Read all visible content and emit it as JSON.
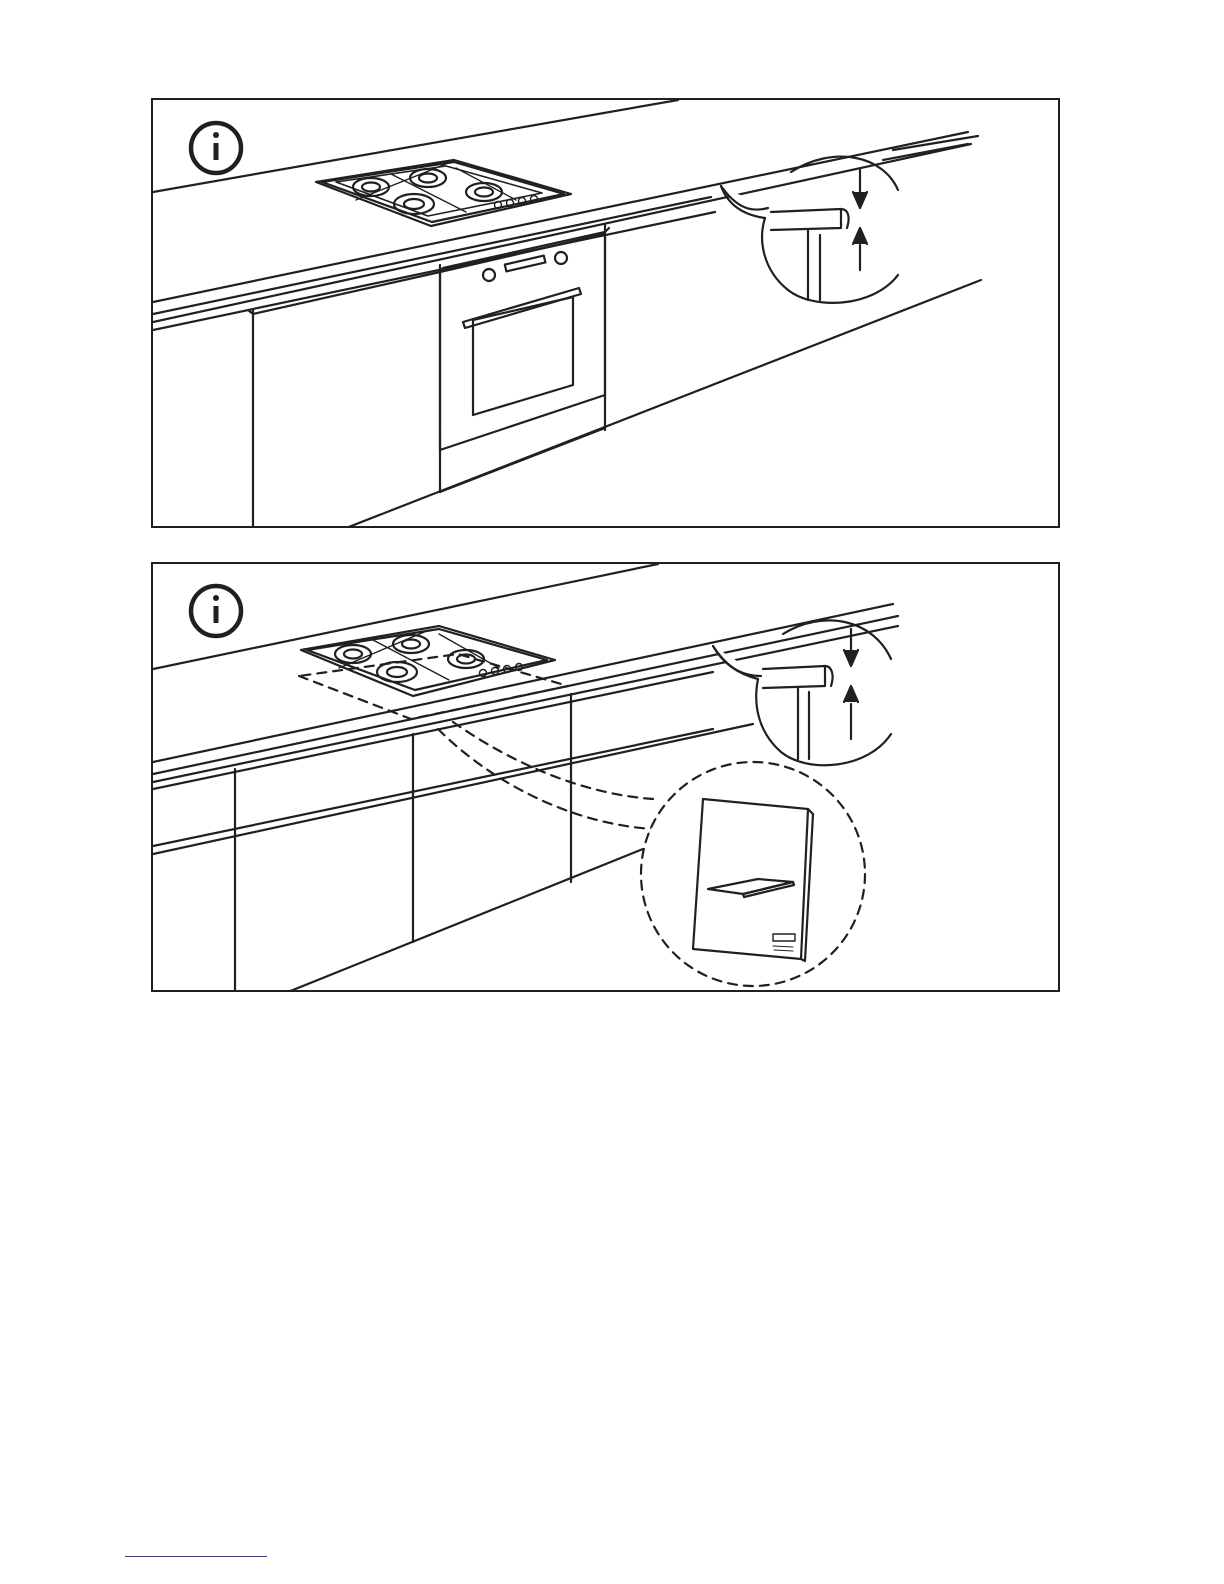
{
  "page": {
    "background": "#ffffff",
    "line_color": "#231f20",
    "link_color": "#2b39c9"
  },
  "panels": [
    {
      "info_icon": "info-icon",
      "appliances": [
        "gas-hob",
        "built-in-oven"
      ],
      "detail": "counter-edge-thickness"
    },
    {
      "info_icon": "info-icon",
      "appliances": [
        "gas-hob"
      ],
      "detail": "counter-edge-thickness",
      "callout": "manual-booklet"
    }
  ]
}
